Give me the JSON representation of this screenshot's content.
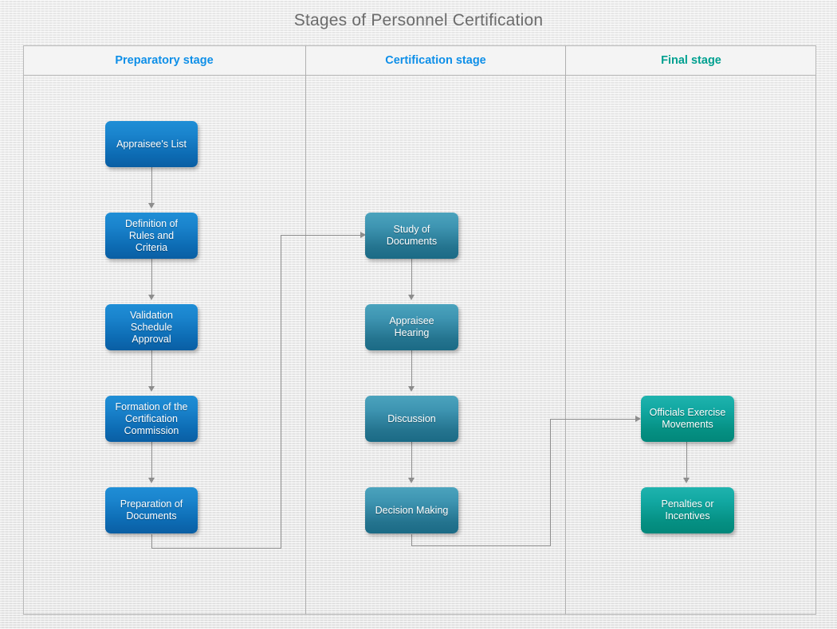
{
  "page": {
    "title": "Stages of Personnel Certification"
  },
  "columns": [
    {
      "id": "preparatory",
      "label": "Preparatory stage",
      "color": "#0e8fe8"
    },
    {
      "id": "certification",
      "label": "Certification stage",
      "color": "#0e8fe8"
    },
    {
      "id": "final",
      "label": "Final stage",
      "color": "#00a090"
    }
  ],
  "nodes": {
    "appraisees_list": "Appraisee's List",
    "definition_of_rules": "Definition of\nRules and\nCriteria",
    "validation_schedule": "Validation\nSchedule\nApproval",
    "formation_commission": "Formation of the\nCertification\nCommission",
    "preparation_documents": "Preparation of\nDocuments",
    "study_of_documents": "Study of\nDocuments",
    "appraisee_hearing": "Appraisee\nHearing",
    "discussion": "Discussion",
    "decision_making": "Decision Making",
    "officials_exercise": "Officials Exercise\nMovements",
    "penalties_incentives": "Penalties or\nIncentives"
  },
  "flow": {
    "column1_sequence": [
      "Appraisee's List",
      "Definition of Rules and Criteria",
      "Validation Schedule Approval",
      "Formation of the Certification Commission",
      "Preparation of Documents"
    ],
    "column2_sequence": [
      "Study of Documents",
      "Appraisee Hearing",
      "Discussion",
      "Decision Making"
    ],
    "column3_sequence": [
      "Officials Exercise Movements",
      "Penalties or Incentives"
    ],
    "cross_links": [
      {
        "from": "Preparation of Documents",
        "to": "Study of Documents"
      },
      {
        "from": "Decision Making",
        "to": "Officials Exercise Movements"
      }
    ]
  }
}
